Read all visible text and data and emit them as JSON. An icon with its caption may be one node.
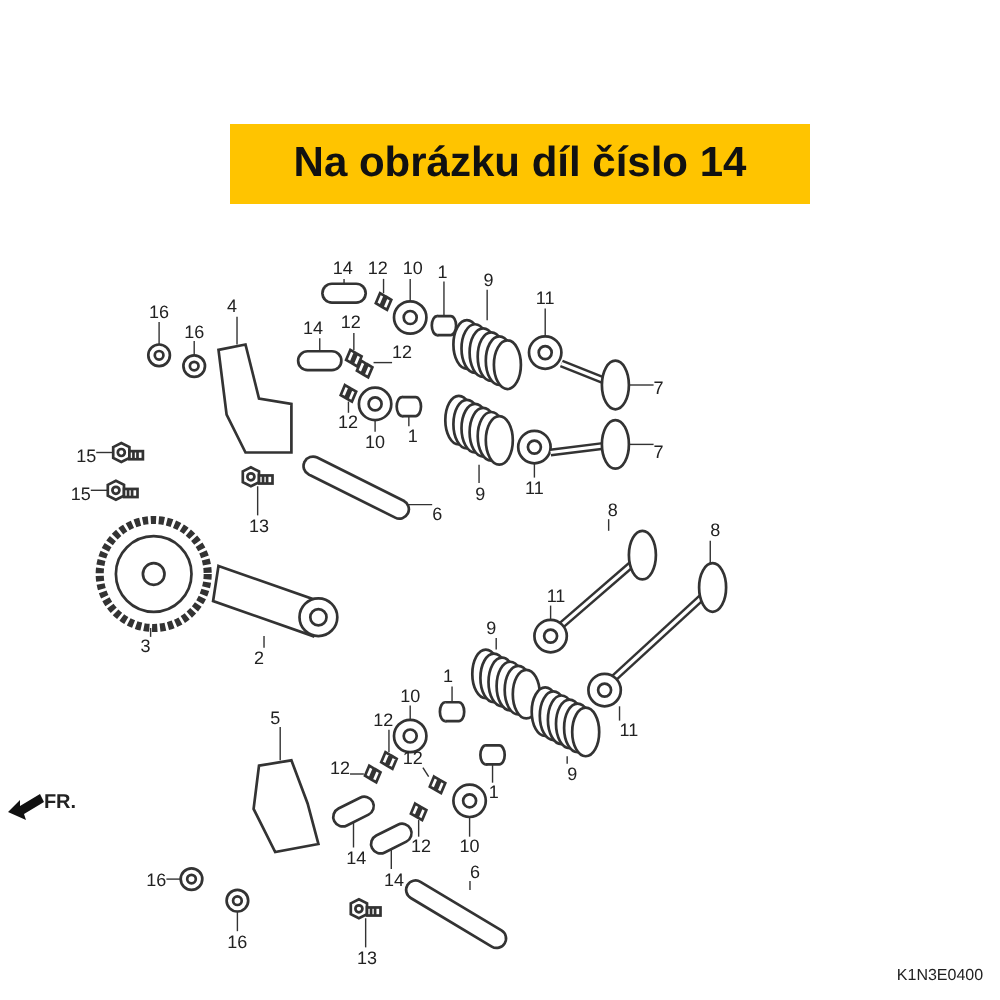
{
  "diagram": {
    "title": "Na obrázku díl číslo 14",
    "nodes": [
      {
        "text": [
          "14"
        ]
      },
      {
        "text": [
          "12"
        ]
      },
      {
        "text": [
          "10"
        ]
      },
      {
        "text": [
          "1"
        ]
      },
      {
        "text": [
          "9"
        ]
      },
      {
        "text": [
          "11"
        ]
      },
      {
        "text": [
          "7"
        ]
      },
      {
        "text": [
          "14"
        ]
      },
      {
        "text": [
          "12"
        ]
      },
      {
        "text": [
          "12"
        ]
      },
      {
        "text": [
          "12"
        ]
      },
      {
        "text": [
          "10"
        ]
      },
      {
        "text": [
          "1"
        ]
      },
      {
        "text": [
          "9"
        ]
      },
      {
        "text": [
          "11"
        ]
      },
      {
        "text": [
          "7"
        ]
      },
      {
        "text": [
          "6"
        ]
      },
      {
        "text": [
          "16"
        ]
      },
      {
        "text": [
          "16"
        ]
      },
      {
        "text": [
          "4"
        ]
      },
      {
        "text": [
          "15"
        ]
      },
      {
        "text": [
          "15"
        ]
      },
      {
        "text": [
          "13"
        ]
      },
      {
        "text": [
          "3"
        ]
      },
      {
        "text": [
          "2"
        ]
      },
      {
        "text": [
          "8"
        ]
      },
      {
        "text": [
          "8"
        ]
      },
      {
        "text": [
          "11"
        ]
      },
      {
        "text": [
          "11"
        ]
      },
      {
        "text": [
          "9"
        ]
      },
      {
        "text": [
          "9"
        ]
      },
      {
        "text": [
          "10"
        ]
      },
      {
        "text": [
          "1"
        ]
      },
      {
        "text": [
          "12"
        ]
      },
      {
        "text": [
          "12"
        ]
      },
      {
        "text": [
          "12"
        ]
      },
      {
        "text": [
          "12"
        ]
      },
      {
        "text": [
          "10"
        ]
      },
      {
        "text": [
          "1"
        ]
      },
      {
        "text": [
          "5"
        ]
      },
      {
        "text": [
          "14"
        ]
      },
      {
        "text": [
          "14"
        ]
      },
      {
        "text": [
          "16"
        ]
      },
      {
        "text": [
          "16"
        ]
      },
      {
        "text": [
          "13"
        ]
      },
      {
        "text": [
          "6"
        ]
      },
      {
        "text": [],
        "shape": "picture"
      },
      {
        "text": [],
        "shape": "picture"
      },
      {
        "text": [],
        "shape": "picture"
      },
      {
        "text": [],
        "shape": "picture"
      },
      {
        "text": [],
        "shape": "picture"
      },
      {
        "text": [],
        "shape": "picture"
      },
      {
        "text": [],
        "shape": "picture"
      },
      {
        "text": [],
        "shape": "picture"
      },
      {
        "text": [],
        "shape": "picture"
      },
      {
        "text": [],
        "shape": "picture"
      },
      {
        "text": [],
        "shape": "picture"
      },
      {
        "text": [],
        "shape": "picture"
      },
      {
        "text": [],
        "shape": "picture"
      },
      {
        "text": [],
        "shape": "picture"
      },
      {
        "text": [],
        "shape": "picture"
      },
      {
        "text": [],
        "shape": "picture"
      },
      {
        "text": [],
        "shape": "picture"
      },
      {
        "text": [],
        "shape": "picture"
      },
      {
        "text": [],
        "shape": "picture"
      },
      {
        "text": [],
        "shape": "picture"
      },
      {
        "text": [],
        "shape": "picture"
      },
      {
        "text": [],
        "shape": "picture"
      },
      {
        "text": [],
        "shape": "picture"
      },
      {
        "text": [],
        "shape": "picture"
      },
      {
        "text": [],
        "shape": "picture"
      },
      {
        "text": [],
        "shape": "picture"
      },
      {
        "text": [],
        "shape": "picture"
      },
      {
        "text": [],
        "shape": "picture"
      },
      {
        "text": [],
        "shape": "picture"
      },
      {
        "text": [],
        "shape": "picture"
      },
      {
        "text": [],
        "shape": "picture"
      },
      {
        "text": [],
        "shape": "picture"
      },
      {
        "text": [],
        "shape": "picture"
      },
      {
        "text": [],
        "shape": "picture"
      },
      {
        "text": [],
        "shape": "picture"
      },
      {
        "text": [],
        "shape": "picture"
      },
      {
        "text": [],
        "shape": "picture"
      },
      {
        "text": [],
        "shape": "picture"
      },
      {
        "text": [],
        "shape": "picture"
      },
      {
        "text": [],
        "shape": "picture"
      },
      {
        "text": [],
        "shape": "picture"
      },
      {
        "text": [],
        "shape": "picture"
      },
      {
        "text": [],
        "shape": "picture"
      },
      {
        "text": [],
        "shape": "picture"
      },
      {
        "text": [],
        "shape": "picture"
      },
      {
        "text": [],
        "shape": "picture"
      }
    ],
    "edges": [
      {
        "from": 0,
        "to": 46,
        "arrow": "none"
      },
      {
        "from": 1,
        "to": 47,
        "arrow": "none"
      },
      {
        "from": 2,
        "to": 48,
        "arrow": "none"
      },
      {
        "from": 3,
        "to": 49,
        "arrow": "none"
      },
      {
        "from": 4,
        "to": 50,
        "arrow": "none"
      },
      {
        "from": 5,
        "to": 51,
        "arrow": "none"
      },
      {
        "from": 6,
        "to": 52,
        "arrow": "none"
      },
      {
        "from": 7,
        "to": 53,
        "arrow": "none"
      },
      {
        "from": 8,
        "to": 54,
        "arrow": "none"
      },
      {
        "from": 9,
        "to": 55,
        "arrow": "none"
      },
      {
        "from": 10,
        "to": 56,
        "arrow": "none"
      },
      {
        "from": 11,
        "to": 57,
        "arrow": "none"
      },
      {
        "from": 12,
        "to": 58,
        "arrow": "none"
      },
      {
        "from": 13,
        "to": 59,
        "arrow": "none"
      },
      {
        "from": 14,
        "to": 60,
        "arrow": "none"
      },
      {
        "from": 15,
        "to": 61,
        "arrow": "none"
      },
      {
        "from": 16,
        "to": 62,
        "arrow": "none"
      },
      {
        "from": 17,
        "to": 63,
        "arrow": "none"
      },
      {
        "from": 18,
        "to": 64,
        "arrow": "none"
      },
      {
        "from": 19,
        "to": 65,
        "arrow": "none"
      },
      {
        "from": 20,
        "to": 66,
        "arrow": "none"
      },
      {
        "from": 21,
        "to": 67,
        "arrow": "none"
      },
      {
        "from": 22,
        "to": 68,
        "arrow": "none"
      },
      {
        "from": 23,
        "to": 69,
        "arrow": "none"
      },
      {
        "from": 24,
        "to": 70,
        "arrow": "none"
      },
      {
        "from": 25,
        "to": 71,
        "arrow": "none"
      },
      {
        "from": 26,
        "to": 72,
        "arrow": "none"
      },
      {
        "from": 27,
        "to": 73,
        "arrow": "none"
      },
      {
        "from": 28,
        "to": 74,
        "arrow": "none"
      },
      {
        "from": 29,
        "to": 75,
        "arrow": "none"
      },
      {
        "from": 30,
        "to": 76,
        "arrow": "none"
      },
      {
        "from": 31,
        "to": 77,
        "arrow": "none"
      },
      {
        "from": 32,
        "to": 78,
        "arrow": "none"
      },
      {
        "from": 33,
        "to": 79,
        "arrow": "none"
      },
      {
        "from": 34,
        "to": 80,
        "arrow": "none"
      },
      {
        "from": 35,
        "to": 81,
        "arrow": "none"
      },
      {
        "from": 36,
        "to": 82,
        "arrow": "none"
      },
      {
        "from": 37,
        "to": 83,
        "arrow": "none"
      },
      {
        "from": 38,
        "to": 84,
        "arrow": "none"
      },
      {
        "from": 39,
        "to": 85,
        "arrow": "none"
      },
      {
        "from": 40,
        "to": 86,
        "arrow": "none"
      },
      {
        "from": 41,
        "to": 87,
        "arrow": "none"
      },
      {
        "from": 42,
        "to": 88,
        "arrow": "none"
      },
      {
        "from": 43,
        "to": 89,
        "arrow": "none"
      },
      {
        "from": 44,
        "to": 90,
        "arrow": "none"
      },
      {
        "from": 45,
        "to": 91,
        "arrow": "none"
      }
    ],
    "labels": [
      "FR.",
      "K1N3E0400"
    ]
  }
}
